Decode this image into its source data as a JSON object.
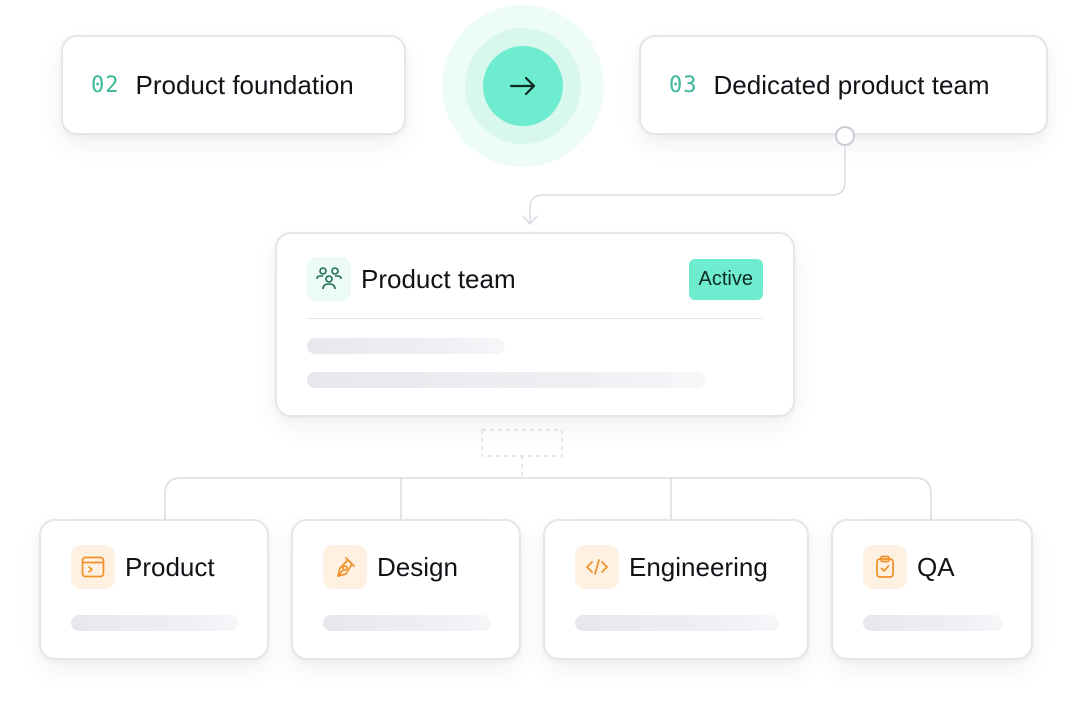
{
  "steps": [
    {
      "number": "02",
      "title": "Product foundation"
    },
    {
      "number": "03",
      "title": "Dedicated product team"
    }
  ],
  "next_button": {
    "icon": "arrow-right-icon"
  },
  "team_card": {
    "title": "Product team",
    "status": "Active",
    "icon": "team-icon"
  },
  "roles": [
    {
      "title": "Product",
      "icon": "terminal-window-icon"
    },
    {
      "title": "Design",
      "icon": "pen-nib-icon"
    },
    {
      "title": "Engineering",
      "icon": "code-brackets-icon"
    },
    {
      "title": "QA",
      "icon": "clipboard-check-icon"
    }
  ],
  "colors": {
    "accent": "#6deccf",
    "step_number": "#3bb89a",
    "role_icon": "#f0902a",
    "role_icon_bg": "#fff1e2",
    "border": "#e4e6ec",
    "connector": "#d9dce3"
  }
}
